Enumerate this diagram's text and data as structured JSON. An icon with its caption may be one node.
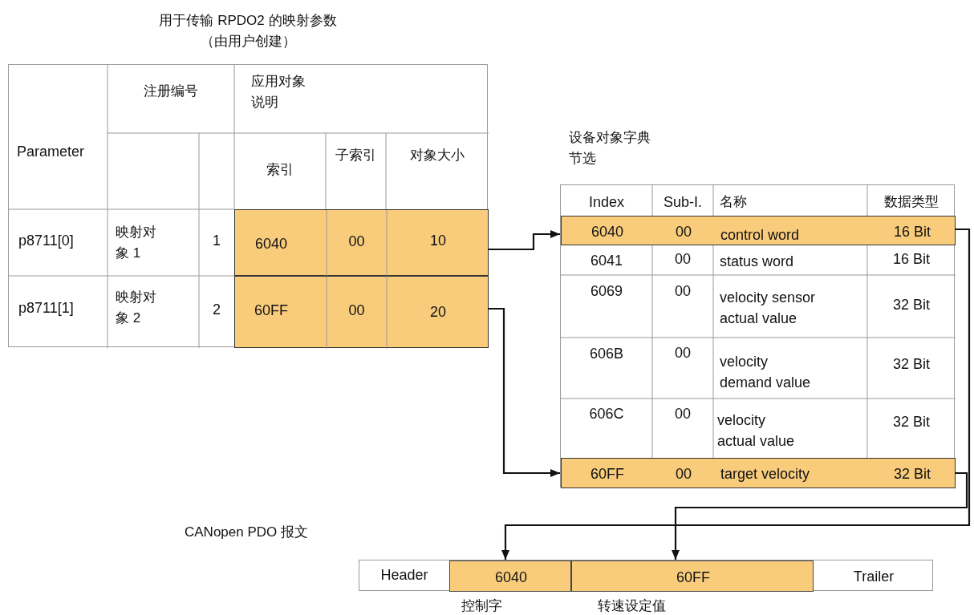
{
  "diagram": {
    "nodes": [
      {
        "text": [
          "用于传输 RPDO2 的映射参数（由用户创建）",
          "Parameter",
          "注册编号",
          "应用对象说明",
          "索引",
          "子索引",
          "对象大小",
          "p8711[0]",
          "映射对象 1",
          "1",
          "p8711[1]",
          "映射对象 2",
          "2"
        ]
      },
      {
        "text": [
          "6040",
          "00",
          "10"
        ],
        "in": 0
      },
      {
        "text": [
          "60FF",
          "00",
          "20"
        ],
        "in": 0
      },
      {
        "text": [
          "设备对象字典节选",
          "Index",
          "Sub-I.",
          "名称",
          "数据类型",
          "6041",
          "00",
          "status word",
          "16 Bit",
          "6069",
          "00",
          "velocity sensor actual value",
          "32 Bit",
          "606B",
          "00",
          "velocity demand value",
          "32 Bit",
          "606C",
          "00",
          "velocity actual value",
          "32 Bit"
        ]
      },
      {
        "text": [
          "6040",
          "00",
          "control word",
          "16 Bit"
        ],
        "in": 3
      },
      {
        "text": [
          "60FF",
          "00",
          "target velocity",
          "32 Bit"
        ],
        "in": 3
      },
      {
        "text": [
          "Header",
          "Trailer"
        ]
      },
      {
        "text": [
          "6040"
        ],
        "in": 6,
        "beside": [
          "控制字"
        ]
      },
      {
        "text": [
          "60FF"
        ],
        "in": 6,
        "beside": [
          "转速设定值"
        ]
      }
    ],
    "edges": [
      {
        "from": 1,
        "to": 4,
        "arrow": "to"
      },
      {
        "from": 2,
        "to": 5,
        "arrow": "to"
      },
      {
        "from": 4,
        "to": 7,
        "arrow": "to"
      },
      {
        "from": 5,
        "to": 8,
        "arrow": "to"
      }
    ],
    "labels": [
      "CANopen PDO 报文"
    ]
  }
}
